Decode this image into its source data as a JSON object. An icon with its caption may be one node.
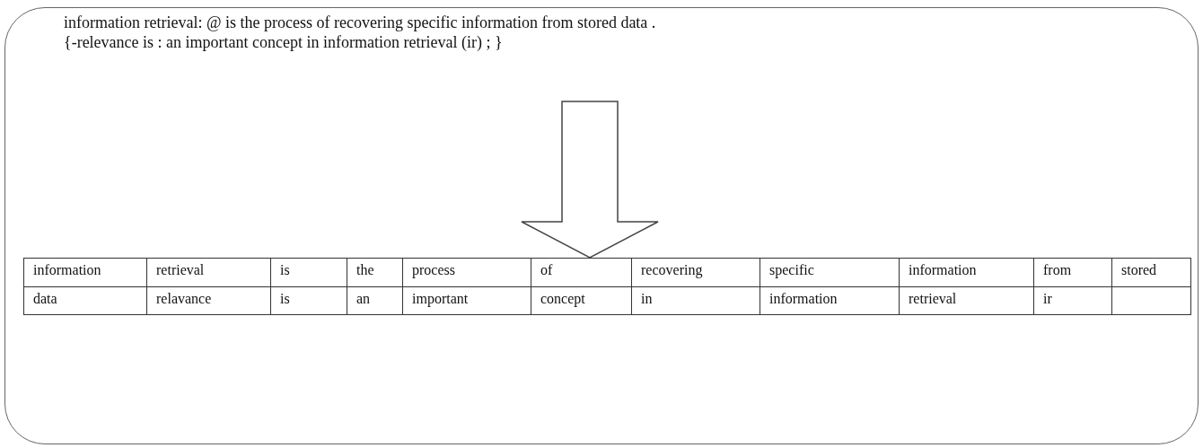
{
  "diagram": {
    "nodes": [
      {
        "text": [],
        "shape": "box"
      },
      {
        "text": [
          "information retrieval: @ is the process of recovering specific information from stored data .",
          "{-relevance is : an important concept in information retrieval (ir) ; }"
        ],
        "in": 0
      },
      {
        "text": [],
        "shape": "box",
        "in": 0
      }
    ],
    "edges": [
      {
        "from": 1,
        "to": 2,
        "arrow": "to"
      }
    ],
    "labels": [
      "information",
      "retrieval",
      "is",
      "the",
      "process",
      "of",
      "recovering",
      "specific",
      "information",
      "from",
      "stored",
      "data",
      "relavance",
      "is",
      "an",
      "important",
      "concept",
      "in",
      "information",
      "retrieval",
      "ir"
    ]
  }
}
